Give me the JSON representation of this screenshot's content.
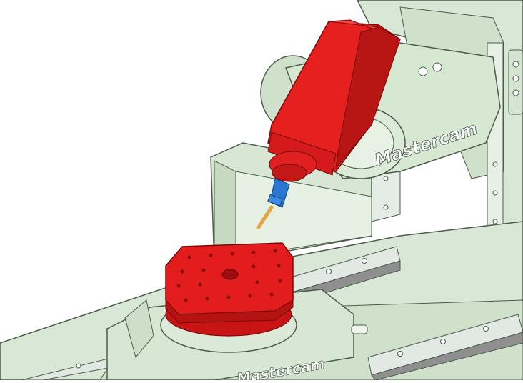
{
  "scene": {
    "description_label": "",
    "brand_mark_upper": "Mastercam",
    "brand_mark_lower": "Mastercam"
  },
  "colors": {
    "background": "#ffffff",
    "machine_body": "#d9e8d6",
    "machine_shadow": "#b8cdb4",
    "machine_outline": "#4c5b4c",
    "spindle_red": "#e61f1f",
    "spindle_dark_red": "#a81010",
    "tool_holder_blue": "#2a78d4",
    "cutting_tool": "#e0a640",
    "rail_gray": "#cfd6d2",
    "rail_slots": "#8f8f8f",
    "table_red": "#e31d1d"
  },
  "icons": [
    "spindle-head",
    "rotary-table",
    "linear-rail",
    "tool-holder",
    "cutting-tool"
  ]
}
